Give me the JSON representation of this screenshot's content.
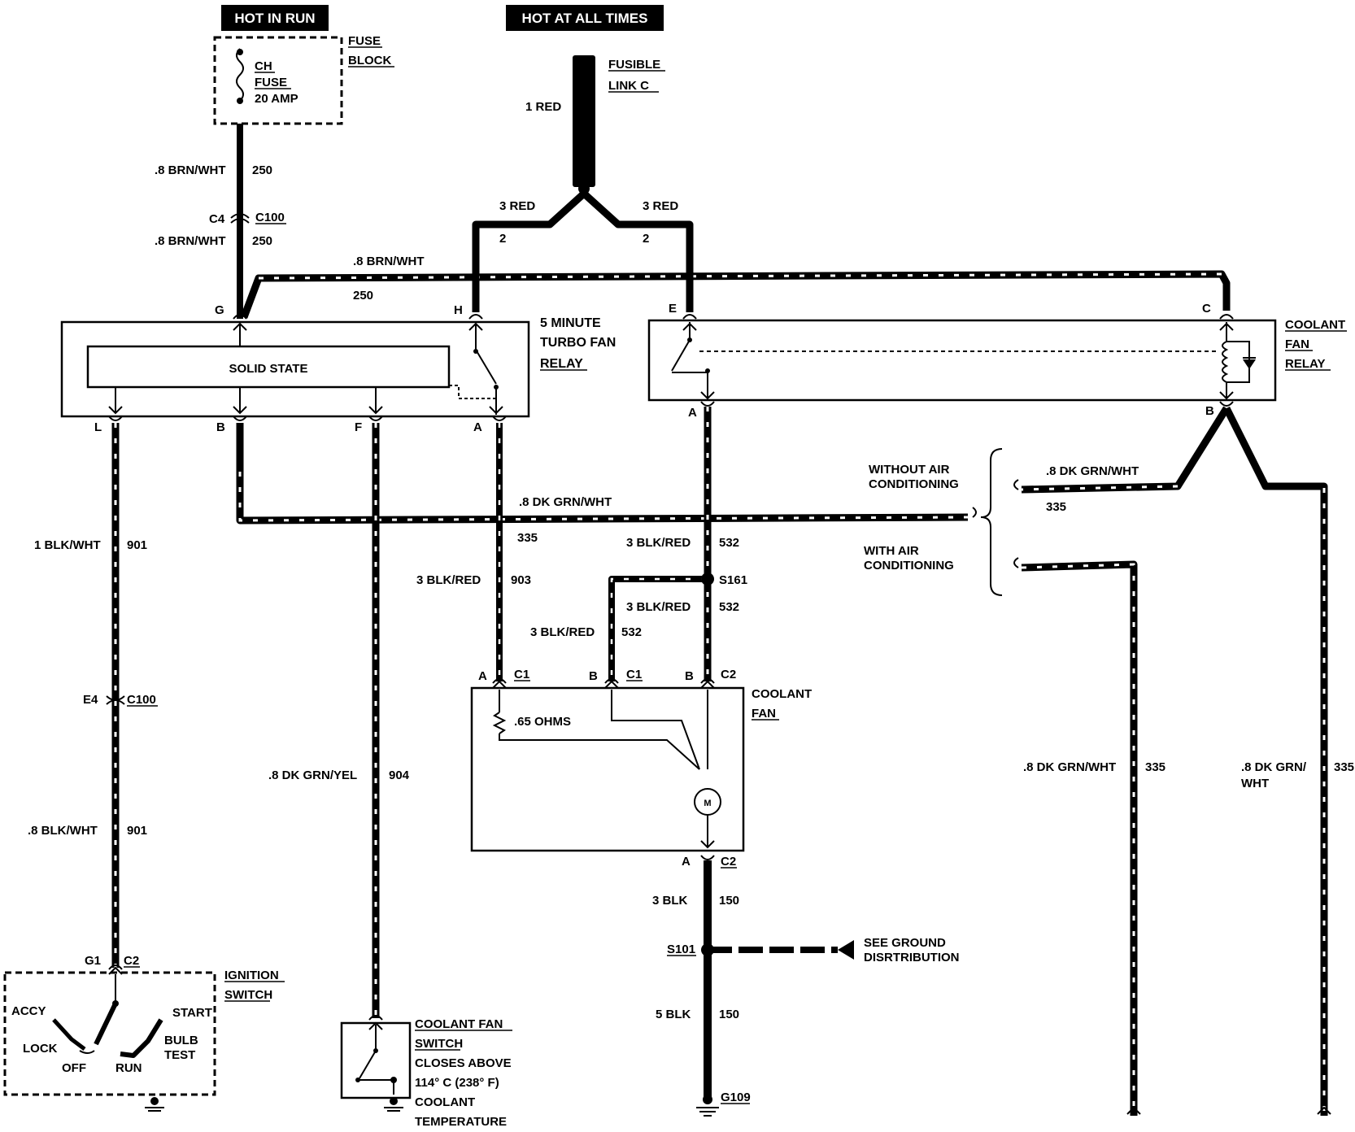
{
  "headers": {
    "hot_in_run": "HOT IN RUN",
    "hot_at_all_times": "HOT AT ALL TIMES"
  },
  "fuse_block": {
    "title_1": "FUSE",
    "title_2": "BLOCK",
    "fuse_1": "CH",
    "fuse_2": "FUSE",
    "fuse_3": "20 AMP"
  },
  "fusible_link": {
    "title_1": "FUSIBLE",
    "title_2": "LINK C",
    "wire": "1 RED"
  },
  "wires": {
    "w250_top": ".8 BRN/WHT",
    "w250_top_num": "250",
    "c4": "C4",
    "c100_top": "C100",
    "w250_mid": ".8 BRN/WHT",
    "w250_mid_num": "250",
    "w250_horiz": ".8 BRN/WHT",
    "w250_horiz_num": "250",
    "red_left": "3 RED",
    "red_left_num": "2",
    "red_right": "3 RED",
    "red_right_num": "2",
    "w901_top": "1 BLK/WHT",
    "w901_top_num": "901",
    "e4": "E4",
    "c100_bottom": "C100",
    "w901_bottom": ".8 BLK/WHT",
    "w901_bottom_num": "901",
    "w904": ".8 DK GRN/YEL",
    "w904_num": "904",
    "w335_horiz": ".8 DK GRN/WHT",
    "w335_horiz_num": "335",
    "w903": "3 BLK/RED",
    "w903_num": "903",
    "w532_a": "3 BLK/RED",
    "w532_a_num": "532",
    "s161": "S161",
    "w532_b": "3 BLK/RED",
    "w532_b_num": "532",
    "w532_c": "3 BLK/RED",
    "w532_c_num": "532",
    "w335_right_top": ".8 DK GRN/WHT",
    "w335_right_top_num": "335",
    "w335_right_mid": ".8 DK GRN/WHT",
    "w335_right_mid_num": "335",
    "w335_far_1": ".8 DK GRN/",
    "w335_far_2": "WHT",
    "w335_far_num": "335",
    "w150_top": "3 BLK",
    "w150_top_num": "150",
    "s101": "S101",
    "w150_bottom": "5 BLK",
    "w150_bottom_num": "150",
    "g109": "G109"
  },
  "ac_options": {
    "without_1": "WITHOUT AIR",
    "without_2": "CONDITIONING",
    "with_1": "WITH AIR",
    "with_2": "CONDITIONING"
  },
  "turbo_relay": {
    "title_1": "5 MINUTE",
    "title_2": "TURBO FAN",
    "title_3": "RELAY",
    "solid_state": "SOLID STATE",
    "pin_g": "G",
    "pin_h": "H",
    "pin_l": "L",
    "pin_b": "B",
    "pin_f": "F",
    "pin_a": "A"
  },
  "coolant_relay": {
    "title_1": "COOLANT",
    "title_2": "FAN",
    "title_3": "RELAY",
    "pin_e": "E",
    "pin_c": "C",
    "pin_a": "A",
    "pin_b": "B"
  },
  "coolant_fan": {
    "title_1": "COOLANT",
    "title_2": "FAN",
    "pin_a": "A",
    "conn_c1a": "C1",
    "pin_b": "B",
    "conn_c1b": "C1",
    "pin_b2": "B",
    "conn_c2": "C2",
    "resistor": ".65 OHMS",
    "motor": "M",
    "pin_a_bottom": "A",
    "conn_c2_bottom": "C2"
  },
  "ground": {
    "see_1": "SEE GROUND",
    "see_2": "DISRTRIBUTION"
  },
  "ignition": {
    "g1": "G1",
    "c2": "C2",
    "title_1": "IGNITION",
    "title_2": "SWITCH",
    "accy": "ACCY",
    "start": "START",
    "lock": "LOCK",
    "bulb_1": "BULB",
    "bulb_2": "TEST",
    "off": "OFF",
    "run": "RUN"
  },
  "coolant_switch": {
    "title_1": "COOLANT FAN",
    "title_2": "SWITCH",
    "desc_1": "CLOSES ABOVE",
    "desc_2": "114° C (238° F)",
    "desc_3": "COOLANT",
    "desc_4": "TEMPERATURE"
  }
}
